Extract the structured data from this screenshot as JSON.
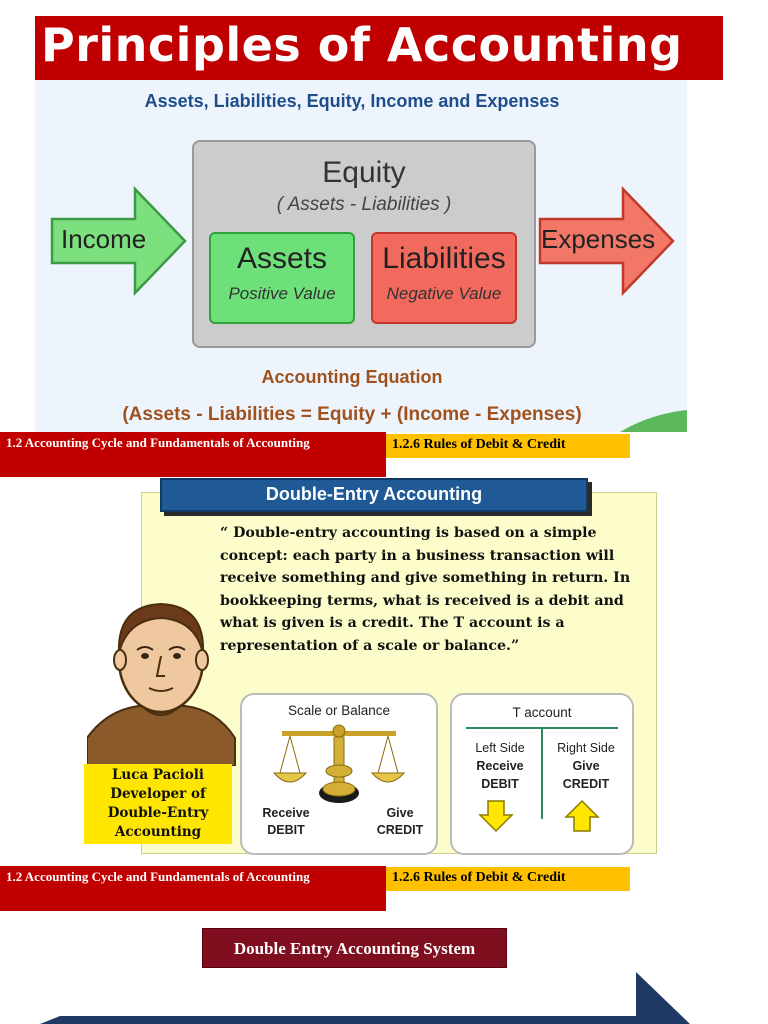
{
  "title": "Principles of Accounting",
  "equation_figure": {
    "header": "Assets, Liabilities, Equity, Income and Expenses",
    "equity": "Equity",
    "equity_formula": "( Assets - Liabilities )",
    "assets": "Assets",
    "assets_sub": "Positive Value",
    "liabilities": "Liabilities",
    "liabilities_sub": "Negative Value",
    "income": "Income",
    "expenses": "Expenses",
    "caption": "Accounting Equation",
    "formula": "(Assets - Liabilities = Equity + (Income - Expenses)"
  },
  "section_banner": {
    "chapter": "1.2 Accounting Cycle and Fundamentals of Accounting",
    "topic": "1.2.6  Rules of Debit & Credit"
  },
  "double_entry": {
    "header": "Double-Entry Accounting",
    "quote": "“ Double-entry accounting is based on a simple concept: each party in a business transaction will receive something and give something in return. In bookkeeping terms, what is received is a debit and what is given is a credit. The T account is a representation of a scale or balance.”",
    "scale_title": "Scale or Balance",
    "scale_receive": "Receive",
    "scale_debit": "DEBIT",
    "scale_give": "Give",
    "scale_credit": "CREDIT",
    "t_title": "T  account",
    "t_left": "Left Side",
    "t_receive": "Receive",
    "t_debit": "DEBIT",
    "t_right": "Right Side",
    "t_give": "Give",
    "t_credit": "CREDIT",
    "pacioli_name": "Luca Pacioli",
    "pacioli_role_1": "Developer of",
    "pacioli_role_2": "Double-Entry",
    "pacioli_role_3": "Accounting"
  },
  "system_label": "Double Entry Accounting System",
  "colors": {
    "banner_red": "#c00000",
    "topic_yellow": "#ffc000",
    "system_maroon": "#7f0e1e",
    "arrow_navy": "#1f3864"
  }
}
